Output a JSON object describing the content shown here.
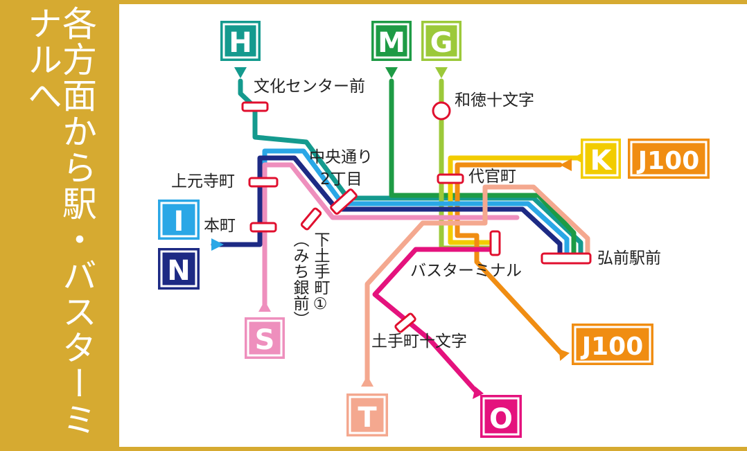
{
  "sidebar_title": "各方面から駅・バスターミナルへ",
  "stations": {
    "bunka": "文化センター前",
    "wadoku": "和徳十文字",
    "chuo1": "中央通り",
    "chuo2": "2丁目",
    "kamimoto": "上元寺町",
    "daikan": "代官町",
    "honcho": "本町",
    "shimodote": "下土手町①",
    "michiginmae": "（みち銀前）",
    "bus_terminal": "バスターミナル",
    "station_front": "弘前駅前",
    "dote_jumonji": "土手町十文字"
  },
  "routes": {
    "H": {
      "label": "H",
      "color": "#149a8e"
    },
    "M": {
      "label": "M",
      "color": "#1e9b45"
    },
    "G": {
      "label": "G",
      "color": "#9cc93a"
    },
    "K": {
      "label": "K",
      "color": "#f2cc00"
    },
    "J100_top": {
      "label": "J100",
      "color": "#f08d12"
    },
    "I": {
      "label": "I",
      "color": "#2aa7e6"
    },
    "N": {
      "label": "N",
      "color": "#1d2a84"
    },
    "S": {
      "label": "S",
      "color": "#ee8fbd"
    },
    "J100_right": {
      "label": "J100",
      "color": "#f08d12"
    },
    "T": {
      "label": "T",
      "color": "#f4a88f"
    },
    "O": {
      "label": "O",
      "color": "#e4127d"
    }
  }
}
